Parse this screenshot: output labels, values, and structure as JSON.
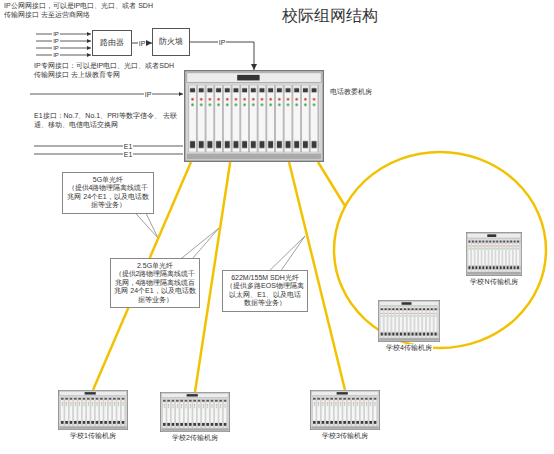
{
  "diagram": {
    "title": "校际组网结构",
    "nodes": [
      {
        "text": [
          "路由器"
        ]
      },
      {
        "text": [
          "防火墙"
        ]
      },
      {
        "text": [
          "电话教委机房"
        ]
      },
      {
        "text": [
          "5G单光纤",
          "（提供4路物理隔离线缆千兆网 24个E1，以及电话数据等业务）"
        ]
      },
      {
        "text": [
          "2.5G单光纤",
          "（提供2路物理隔离线缆千兆网，4路物理隔离线缆百兆网 24个E1，以及电话数据等业务）"
        ]
      },
      {
        "text": [
          "622M/155M SDH光纤",
          "（提供多路EOS物理隔离以太网、E1、以及电话数据等业务）"
        ]
      },
      {
        "text": [
          "学校1传输机房"
        ]
      },
      {
        "text": [
          "学校2传输机房"
        ]
      },
      {
        "text": [
          "学校3传输机房"
        ]
      },
      {
        "text": [
          "学校4传输机房"
        ]
      },
      {
        "text": [
          "学校N传输机房"
        ]
      }
    ],
    "edges": [
      {
        "from": 0,
        "to": 1,
        "label": "IP",
        "arrow": "to"
      },
      {
        "from": 1,
        "to": 2,
        "label": "IP",
        "arrow": "to"
      },
      {
        "from": 2,
        "to": 6,
        "arrow": "none"
      },
      {
        "from": 2,
        "to": 7,
        "arrow": "none"
      },
      {
        "from": 2,
        "to": 8,
        "arrow": "none"
      }
    ],
    "labels": [
      "IP公网网接口，可以是IP电口、光口、或者 SDH传输网接口 去至运营商网络",
      "IP",
      "IP",
      "IP",
      "IP",
      "IP专网接口：可以是IP电口、光口、或者SDH 传输网接口 去上级教育专网",
      "IP",
      "E1接口：No.7、No.1、PRI等数字信令、 去联通、移动、电信电话交换网",
      "E1",
      "E1"
    ]
  }
}
